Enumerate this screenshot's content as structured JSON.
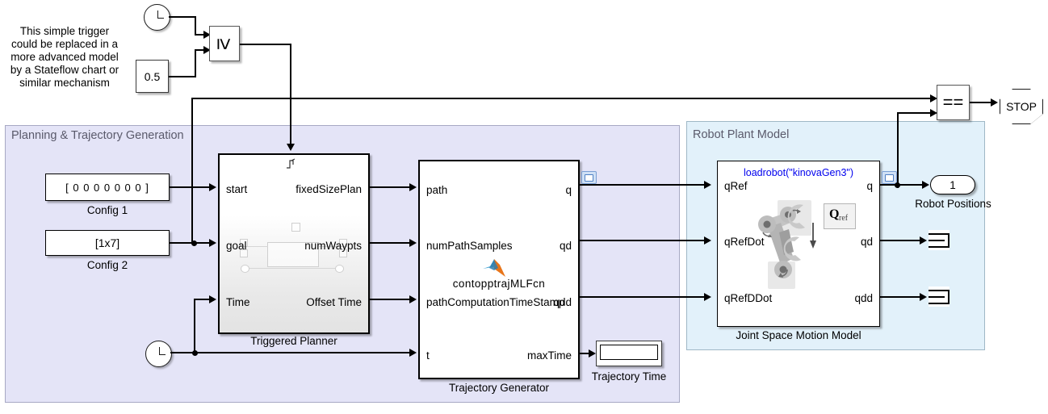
{
  "note": {
    "lines": [
      "This simple trigger",
      "could be replaced in a",
      "more advanced model",
      "by a Stateflow chart or",
      "similar mechanism"
    ]
  },
  "areas": {
    "planning": {
      "label": "Planning & Trajectory Generation"
    },
    "plant": {
      "label": "Robot Plant Model"
    }
  },
  "blocks": {
    "clock_top": {
      "name": "clock-top",
      "icon": "clock-icon"
    },
    "constant_threshold": {
      "value": "0.5",
      "label": ""
    },
    "relational_ge": {
      "op": "≥"
    },
    "relational_eq": {
      "op": "=="
    },
    "stop": {
      "label": "STOP"
    },
    "config1": {
      "value": "[ 0  0  0  0  0  0  0 ]",
      "label": "Config 1"
    },
    "config2": {
      "value": "[1x7]",
      "label": "Config 2"
    },
    "triggered_planner": {
      "label": "Triggered Planner",
      "inputs": [
        "start",
        "goal",
        "Time"
      ],
      "outputs": [
        "fixedSizePlan",
        "numWaypts",
        "Offset Time"
      ],
      "trigger": "rising-edge-trigger-icon"
    },
    "trajectory_generator": {
      "label": "Trajectory Generator",
      "fcn_name": "contopptrajMLFcn",
      "inputs": [
        "path",
        "numPathSamples",
        "pathComputationTimeStamp",
        "t"
      ],
      "outputs": [
        "q",
        "qd",
        "qdd",
        "maxTime"
      ]
    },
    "clock_bottom": {
      "name": "clock-bottom",
      "icon": "clock-icon"
    },
    "trajectory_time": {
      "label": "Trajectory Time",
      "value": ""
    },
    "joint_space_motion_model": {
      "label": "Joint Space Motion Model",
      "annotation": "loadrobot(\"kinovaGen3\")",
      "qref_badge": "Q",
      "qref_sub": "ref",
      "inputs": [
        "qRef",
        "qRefDot",
        "qRefDDot"
      ],
      "outputs": [
        "q",
        "qd",
        "qdd"
      ]
    },
    "robot_positions": {
      "value": "1",
      "label": "Robot Positions"
    },
    "terminator_qd": {
      "name": "terminator-qd"
    },
    "terminator_qdd": {
      "name": "terminator-qdd"
    }
  },
  "colors": {
    "planning_fill": "#e4e4f7",
    "plant_fill": "#e2f1fa",
    "annotation_blue": "#0000ee",
    "area_label": "#5a5a6b",
    "wire": "#000000"
  }
}
